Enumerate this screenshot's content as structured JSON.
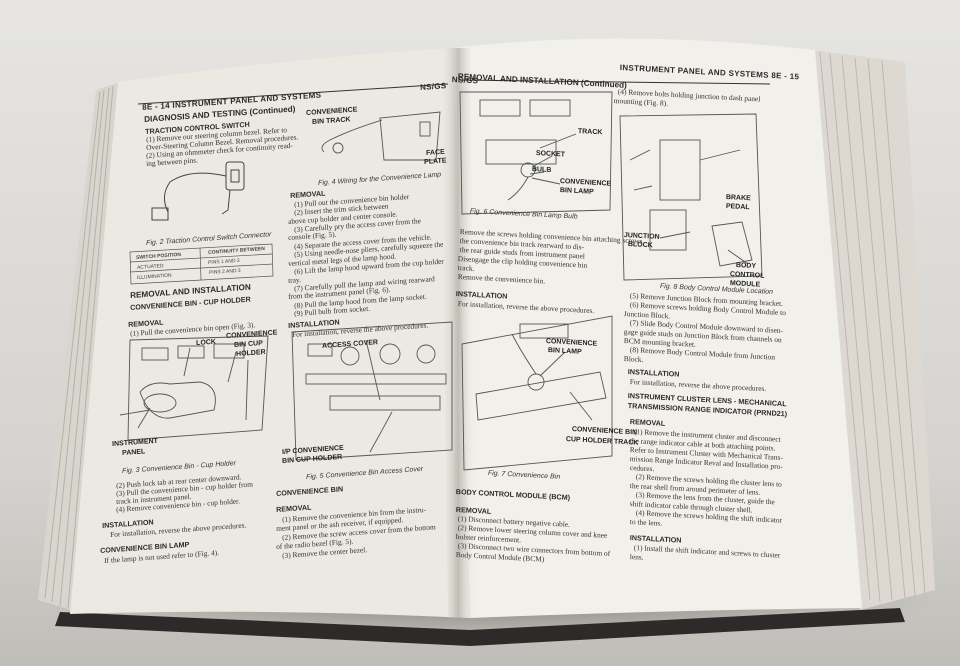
{
  "left_page": {
    "header": "8E - 14   INSTRUMENT PANEL AND SYSTEMS",
    "header_right": "NS/GS",
    "section_title": "DIAGNOSIS AND TESTING (Continued)",
    "traction_title": "TRACTION CONTROL SWITCH",
    "traction_lines": [
      "(1) Remove our steering column bezel. Refer to",
      "Over-Steering Column Bezel. Removal procedures.",
      "(2) Using an ohmmeter check for continuity read-",
      "ing between pins."
    ],
    "fig2_caption": "Fig. 2 Traction Control Switch Connector",
    "table": {
      "headers": [
        "SWITCH POSITION",
        "CONTINUITY BETWEEN"
      ],
      "rows": [
        [
          "ACTUATED",
          "PINS 1 AND 3"
        ],
        [
          "ILLUMINATION",
          "PINS 2 AND 3"
        ]
      ]
    },
    "removal_install": "REMOVAL AND INSTALLATION",
    "bin_cup_title": "CONVENIENCE BIN - CUP HOLDER",
    "removal_label": "REMOVAL",
    "removal_step1": "(1) Pull the convenience bin open (Fig. 3).",
    "fig3_labels": {
      "lock": "LOCK",
      "convenience": "CONVENIENCE",
      "bin_cup": "BIN CUP",
      "holder": "HOLDER",
      "instrument": "INSTRUMENT",
      "panel": "PANEL"
    },
    "fig3_caption": "Fig. 3 Convenience Bin - Cup Holder",
    "steps_after_fig3": [
      "(2) Push lock tab at rear center downward.",
      "(3) Pull the convenience bin - cup holder from",
      "track in instrument panel.",
      "(4) Remove convenience bin - cup holder."
    ],
    "installation_label": "INSTALLATION",
    "installation_text": "For installation, reverse the above procedures.",
    "lamp_title": "CONVENIENCE BIN LAMP",
    "lamp_text": "If the lamp is not used refer to (Fig. 4)."
  },
  "left_col2": {
    "fig4_labels": {
      "convenience": "CONVENIENCE",
      "bin_track": "BIN TRACK",
      "face": "FACE",
      "plate": "PLATE"
    },
    "fig4_caption": "Fig. 4 Wiring for the Convenience Lamp",
    "removal_label": "REMOVAL",
    "removal_lines": [
      "(1) Pull out the convenience bin holder",
      "(2) Insert the trim stick between",
      "above cup holder and center console.",
      "(3) Carefully pry the access cover from the",
      "console (Fig. 5).",
      "(4) Separate the access cover from the vehicle.",
      "(5) Using needle-nose pliers, carefully squeeze the",
      "vertical metal legs of the lamp hood.",
      "(6) Lift the lamp hood upward from the cup holder",
      "tray.",
      "(7) Carefully pull the lamp and wiring rearward",
      "from the instrument panel (Fig. 6).",
      "(8) Pull the lamp hood from the lamp socket.",
      "(9) Pull bulb from socket."
    ],
    "installation_label": "INSTALLATION",
    "installation_text": "For installation, reverse the above procedures.",
    "fig5_labels": {
      "access_cover": "ACCESS COVER",
      "ip_convenience": "I/P CONVENIENCE",
      "bin_cup_holder": "BIN CUP HOLDER"
    },
    "fig5_caption": "Fig. 5 Convenience Bin Access Cover",
    "bin_title": "CONVENIENCE BIN",
    "bin_removal": "REMOVAL",
    "bin_lines": [
      "(1) Remove the convenience bin from the instru-",
      "ment panel or the ash receiver, if equipped.",
      "(2) Remove the screw access cover from the bottom",
      "of the radio bezel (Fig. 5).",
      "(3) Remove the center bezel."
    ]
  },
  "right_page": {
    "header_left": "NS/GS",
    "continued": "REMOVAL AND INSTALLATION (Continued)",
    "header": "INSTRUMENT PANEL AND SYSTEMS   8E - 15",
    "fig6_labels": {
      "track": "TRACK",
      "socket": "SOCKET",
      "bulb": "BULB",
      "convenience": "CONVENIENCE",
      "bin_lamp": "BIN LAMP"
    },
    "fig6_caption": "Fig. 6 Convenience Bin Lamp Bulb",
    "fig6_lines": [
      "Remove the screws holding convenience bin attaching screws",
      "the convenience bin track rearward to dis-",
      "the rear guide studs from instrument panel",
      "Disengage the clip holding convenience bin",
      "track.",
      "Remove the convenience bin."
    ],
    "installation_label": "INSTALLATION",
    "installation_text": "For installation, reverse the above procedures.",
    "fig7_labels": {
      "convenience": "CONVENIENCE",
      "bin_lamp": "BIN LAMP",
      "convenience2": "CONVENIENCE BIN",
      "cup_track": "CUP HOLDER TRACK"
    },
    "fig7_caption": "Fig. 7 Convenience Bin",
    "bcm_title": "BODY CONTROL MODULE (BCM)",
    "bcm_removal": "REMOVAL",
    "bcm_lines": [
      "(1) Disconnect battery negative cable.",
      "(2) Remove lower steering column cover and knee",
      "bolster reinforcement.",
      "(3) Disconnect two wire connectors from bottom of",
      "Body Control Module (BCM)"
    ],
    "col2_top": [
      "(4) Remove bolts holding junction to dash panel",
      "mounting (Fig. 8)."
    ],
    "fig8_labels": {
      "brake": "BRAKE",
      "pedal": "PEDAL",
      "junction": "JUNCTION",
      "block": "BLOCK",
      "body": "BODY",
      "control": "CONTROL",
      "module": "MODULE"
    },
    "fig8_caption": "Fig. 8 Body Control Module Location",
    "col2_lines": [
      "(5) Remove Junction Block from mounting bracket.",
      "(6) Remove screws holding Body Control Module to",
      "Junction Block.",
      "(7) Slide Body Control Module downward to disen-",
      "gage guide studs on Junction Block from channels on",
      "BCM mounting bracket.",
      "(8) Remove Body Control Module from Junction",
      "Block."
    ],
    "install2_label": "INSTALLATION",
    "install2_text": "For installation, reverse the above procedures.",
    "cluster_title1": "INSTRUMENT CLUSTER LENS - MECHANICAL",
    "cluster_title2": "TRANSMISSION RANGE INDICATOR (PRND21)",
    "cluster_removal": "REMOVAL",
    "cluster_lines": [
      "(1) Remove the instrument cluster and disconnect",
      "the range indicator cable at both attaching points.",
      "Refer to Instrument Cluster with Mechanical Trans-",
      "mission Range Indicator Reval and Installation pro-",
      "cedures.",
      "(2) Remove the screws holding the cluster lens to",
      "the rear shell from around perimeter of lens.",
      "(3) Remove the lens from the cluster, guide the",
      "shift indicator cable through cluster shell.",
      "(4) Remove the screws holding the shift indicator",
      "to the lens."
    ],
    "cluster_install": "INSTALLATION",
    "cluster_install_lines": [
      "(1) Install the shift indicator and screws to cluster",
      "lens."
    ]
  },
  "colors": {
    "paper": "#efede8",
    "paper_shade": "#c9c6bf",
    "ink": "#2a2a2a",
    "background": "#dcdad6"
  }
}
